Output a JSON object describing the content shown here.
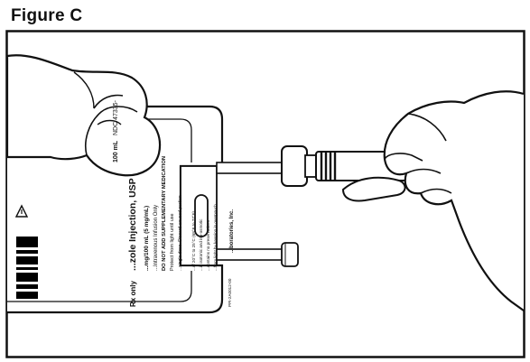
{
  "figure": {
    "title": "Figure C"
  },
  "label": {
    "ndc": "NDC 47335-",
    "volume": "100 mL",
    "product_name": "...zole Injection, USP",
    "rx_only": "Rx only",
    "manufacturer": "...boratories, Inc.",
    "line_1": "...mg/100 mL (5 mg/mL)",
    "line_2": "...Intravenous Infusion Only",
    "line_3": "DO NOT ADD SUPPLEMENTARY MEDICATION",
    "line_4": "Protect from light until use",
    "line_5": "...single dose. Discard unused portion",
    "small_1": "...of 20°C to 25°C (68°F to 77°F)",
    "small_2": "...is isotonic and iso-osmotic",
    "small_3": "...contains no preservatives",
    "small_4": "...from light by keeping in overpouch",
    "lot": "PPI-2A0012-00"
  },
  "colors": {
    "line": "#111111",
    "fill": "#ffffff",
    "barcode": "#000000"
  }
}
